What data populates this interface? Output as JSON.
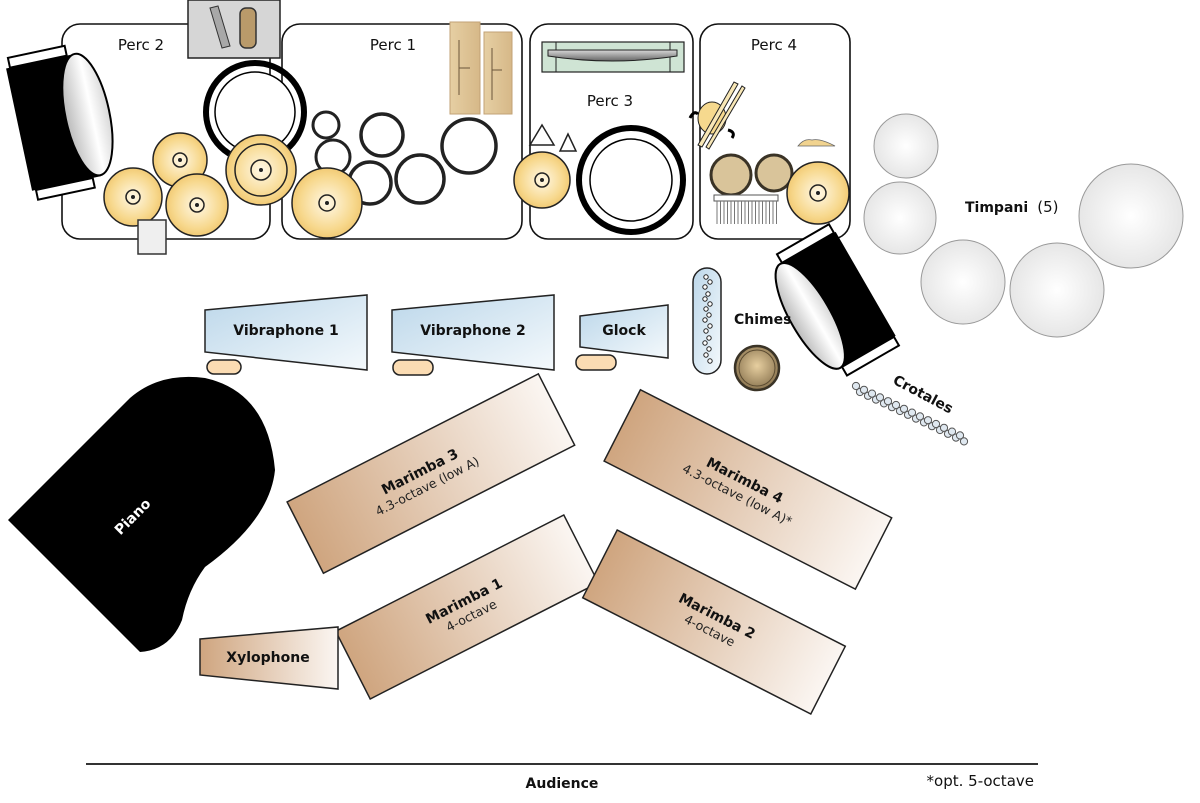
{
  "title": "Percussion ensemble stage setup",
  "sections": {
    "perc1": "Perc 1",
    "perc2": "Perc 2",
    "perc3": "Perc 3",
    "perc4": "Perc 4"
  },
  "instruments": {
    "timpani": {
      "name": "Timpani",
      "count_label": "(5)"
    },
    "chimes": "Chimes",
    "crotales": "Crotales",
    "vibraphone1": "Vibraphone 1",
    "vibraphone2": "Vibraphone 2",
    "glock": "Glock",
    "piano": "Piano",
    "marimba3": {
      "name": "Marimba 3",
      "range": "4.3-octave (low A)"
    },
    "marimba4": {
      "name": "Marimba 4",
      "range": "4.3-octave (low A)*"
    },
    "marimba1": {
      "name": "Marimba 1",
      "range": "4-octave"
    },
    "marimba2": {
      "name": "Marimba 2",
      "range": "4-octave"
    },
    "xylophone": "Xylophone"
  },
  "footer": {
    "audience": "Audience",
    "footnote": "*opt. 5-octave"
  },
  "colors": {
    "cymbal": "#f5cf7a",
    "mallet_blue": "#d6e8f4",
    "wood": "#d4b08c",
    "timpani": "#ececec",
    "drum_black": "#000000"
  }
}
